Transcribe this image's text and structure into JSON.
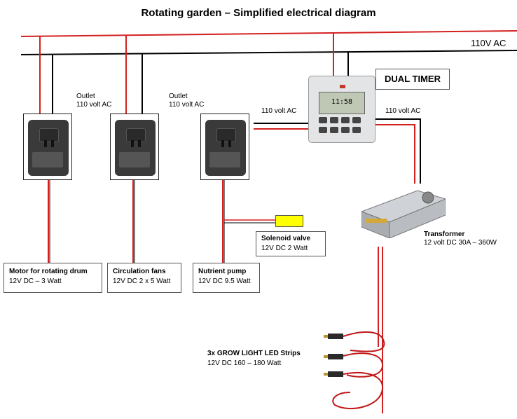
{
  "title": "Rotating garden – Simplified electrical diagram",
  "mains_label": "110V AC",
  "outlet_labels": [
    {
      "line1": "Outlet",
      "line2": "110 volt AC"
    },
    {
      "line1": "Outlet",
      "line2": "110 volt AC"
    }
  ],
  "timer": {
    "label": "DUAL TIMER",
    "left_output_label": "110 volt AC",
    "right_output_label": "110 volt AC",
    "display": "11:58"
  },
  "transformer": {
    "name": "Transformer",
    "spec": "12 volt DC 30A – 360W"
  },
  "loads": {
    "motor": {
      "name": "Motor  for rotating drum",
      "spec": "12V DC – 3 Watt"
    },
    "fans": {
      "name": "Circulation  fans",
      "spec": "12V DC 2 x 5 Watt"
    },
    "pump": {
      "name": "Nutrient pump",
      "spec": "12V DC 9.5 Watt"
    },
    "solenoid": {
      "name": "Solenoid  valve",
      "spec": "12V DC   2 Watt"
    },
    "grow_light": {
      "name": "3x GROW LIGHT LED Strips",
      "spec": "12V DC  160 – 180 Watt"
    }
  },
  "colors": {
    "live_wire": "#d42020",
    "neutral_wire": "#000000",
    "solenoid_fill": "#ffff00"
  }
}
